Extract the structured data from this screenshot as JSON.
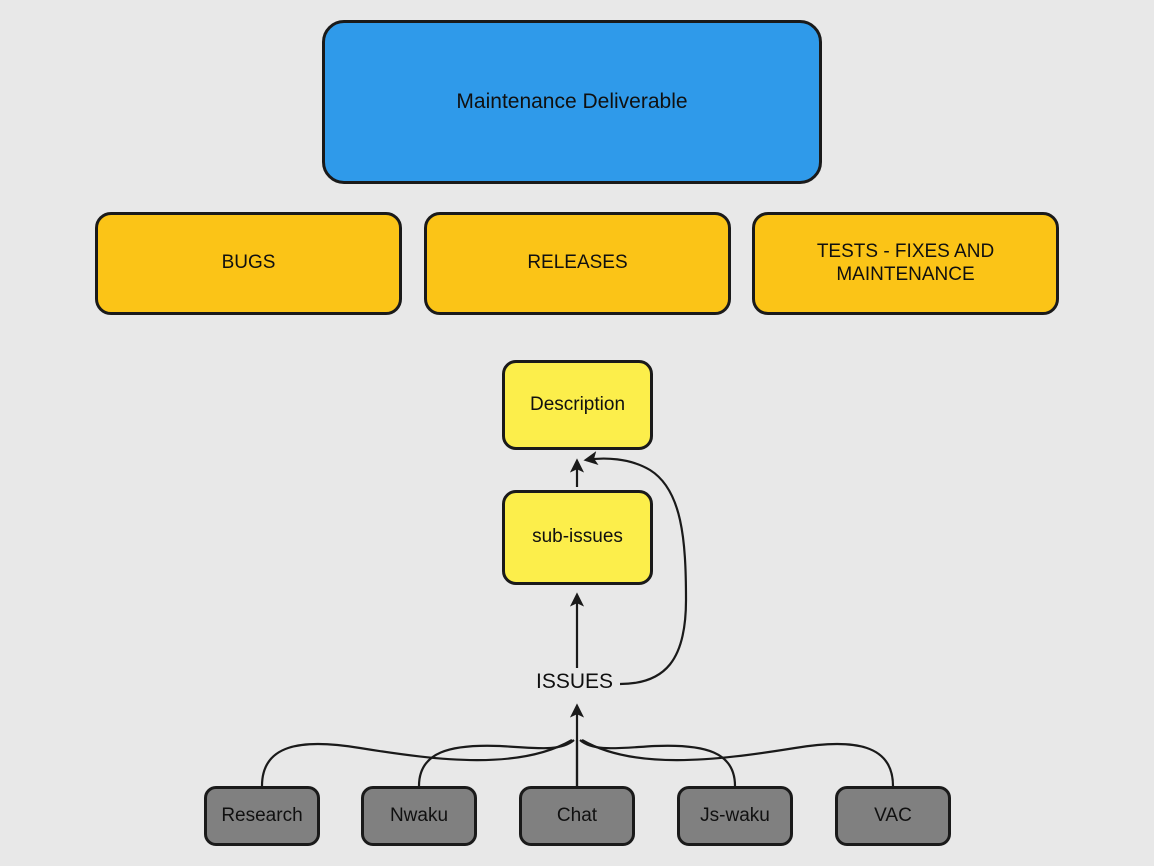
{
  "diagram": {
    "title": "Maintenance Deliverable flow",
    "background_color": "#e8e8e8",
    "colors": {
      "deliverable": "#2f9aea",
      "category": "#fbc417",
      "detail": "#fcee4b",
      "source": "#808080",
      "stroke": "#1a1a1a",
      "text": "#101010"
    },
    "nodes": {
      "deliverable": {
        "label": "Maintenance Deliverable"
      },
      "categories": [
        {
          "label": "BUGS"
        },
        {
          "label": "RELEASES"
        },
        {
          "label": "TESTS - FIXES AND\nMAINTENANCE"
        }
      ],
      "details": [
        {
          "label": "Description"
        },
        {
          "label": "sub-issues"
        }
      ],
      "sources": [
        {
          "label": "Research"
        },
        {
          "label": "Nwaku"
        },
        {
          "label": "Chat"
        },
        {
          "label": "Js-waku"
        },
        {
          "label": "VAC"
        }
      ]
    },
    "edges": {
      "issues_label": "ISSUES"
    }
  }
}
